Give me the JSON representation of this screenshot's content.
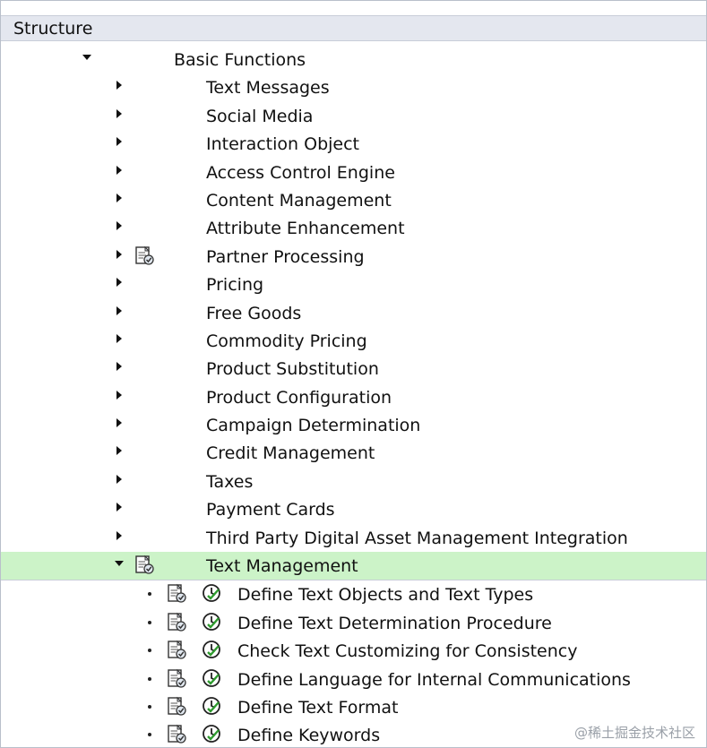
{
  "header": {
    "title": "Structure"
  },
  "tree": {
    "root": {
      "label": "Basic Functions",
      "expanded": true
    },
    "children": [
      {
        "label": "Text Messages",
        "icon": "",
        "expanded": false
      },
      {
        "label": "Social Media",
        "icon": "",
        "expanded": false
      },
      {
        "label": "Interaction Object",
        "icon": "",
        "expanded": false
      },
      {
        "label": "Access Control Engine",
        "icon": "",
        "expanded": false
      },
      {
        "label": "Content Management",
        "icon": "",
        "expanded": false
      },
      {
        "label": "Attribute Enhancement",
        "icon": "",
        "expanded": false
      },
      {
        "label": "Partner Processing",
        "icon": "customizing-doc-icon",
        "expanded": false
      },
      {
        "label": "Pricing",
        "icon": "",
        "expanded": false
      },
      {
        "label": "Free Goods",
        "icon": "",
        "expanded": false
      },
      {
        "label": "Commodity Pricing",
        "icon": "",
        "expanded": false
      },
      {
        "label": "Product Substitution",
        "icon": "",
        "expanded": false
      },
      {
        "label": "Product Configuration",
        "icon": "",
        "expanded": false
      },
      {
        "label": "Campaign Determination",
        "icon": "",
        "expanded": false
      },
      {
        "label": "Credit Management",
        "icon": "",
        "expanded": false
      },
      {
        "label": "Taxes",
        "icon": "",
        "expanded": false
      },
      {
        "label": "Payment Cards",
        "icon": "",
        "expanded": false
      },
      {
        "label": "Third Party Digital Asset Management Integration",
        "icon": "",
        "expanded": false
      },
      {
        "label": "Text Management",
        "icon": "customizing-doc-icon",
        "expanded": true,
        "selected": true
      }
    ],
    "text_management_activities": [
      {
        "label": "Define Text Objects and Text Types"
      },
      {
        "label": "Define Text Determination Procedure"
      },
      {
        "label": "Check Text Customizing for Consistency"
      },
      {
        "label": "Define Language for Internal Communications"
      },
      {
        "label": "Define Text Format"
      },
      {
        "label": "Define Keywords"
      }
    ]
  },
  "colors": {
    "header_bg": "#e4e7ef",
    "selected_row_bg": "#ccf3c8",
    "clock_green": "#2e9b2e"
  },
  "watermark": "@稀土掘金技术社区"
}
